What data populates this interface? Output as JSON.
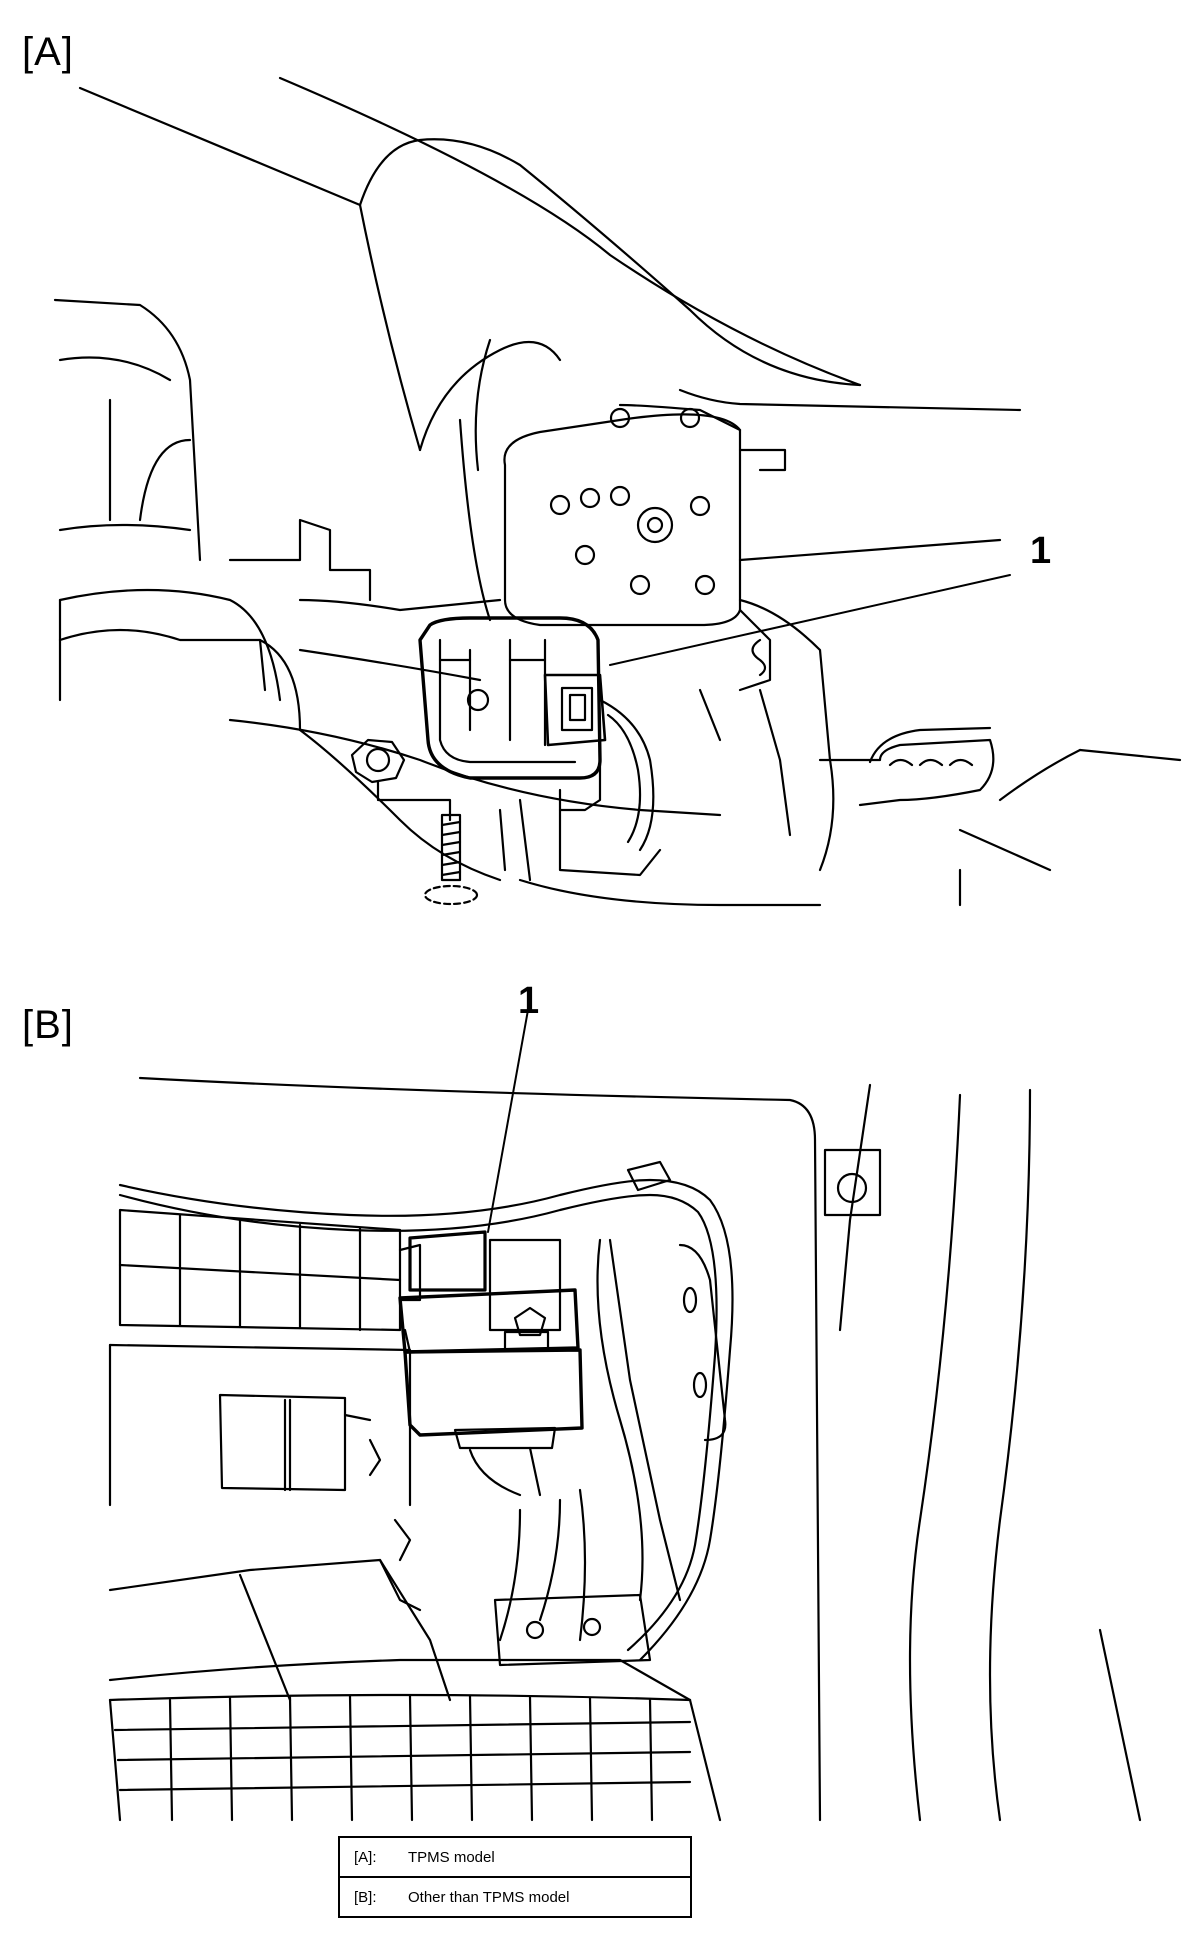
{
  "figure": {
    "panel_a_label": "[A]",
    "panel_b_label": "[B]",
    "callout_a": "1",
    "callout_b": "1"
  },
  "legend": {
    "rows": [
      {
        "key": "[A]:",
        "value": "TPMS model"
      },
      {
        "key": "[B]:",
        "value": "Other than TPMS model"
      }
    ]
  }
}
